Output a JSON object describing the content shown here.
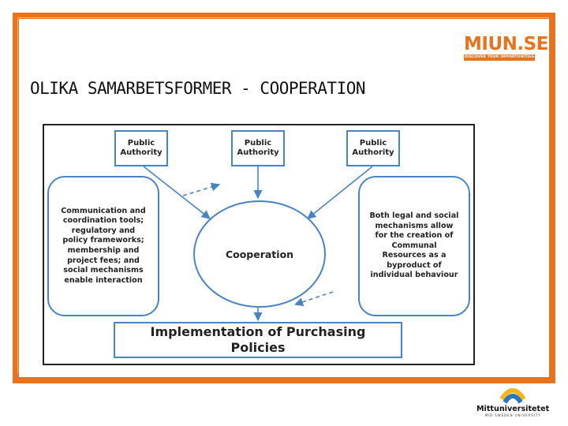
{
  "logo": {
    "name": "MIUN.SE",
    "tagline": "DISCOVER YOUR OPPORTUNITIES"
  },
  "slide": {
    "title": "OLIKA SAMARBETSFORMER - COOPERATION"
  },
  "diagram": {
    "authorities": [
      "Public\nAuthority",
      "Public\nAuthority",
      "Public\nAuthority"
    ],
    "left_text": "Communication and\ncoordination tools;\nregulatory and\npolicy frameworks;\nmembership and\nproject fees; and\nsocial mechanisms\nenable interaction",
    "center": "Cooperation",
    "right_text": "Both legal and social\nmechanisms allow\nfor the creation of\nCommunal\nResources as a\nbyproduct of\nindividual behaviour",
    "bottom": "Implementation of Purchasing\nPolicies"
  },
  "university": {
    "name": "Mittuniversitetet",
    "subtitle": "MID SWEDEN UNIVERSITY"
  },
  "colors": {
    "frame": "#e8731f",
    "box_border": "#4a83c2",
    "arrow": "#4a83c2"
  }
}
